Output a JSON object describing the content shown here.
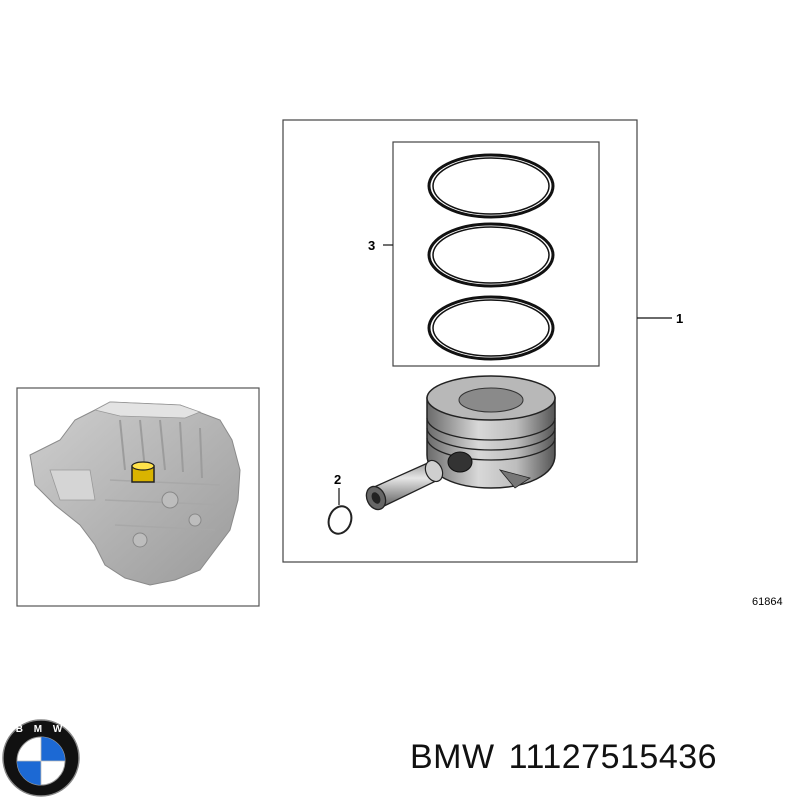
{
  "diagram": {
    "callouts": [
      "1",
      "2",
      "3"
    ],
    "reference_number": "61864"
  },
  "caption": {
    "brand": "BMW",
    "part_number": "11127515436"
  },
  "logo": {
    "letters": "BMW",
    "colors": {
      "blue": "#1c69d4",
      "ring": "#111111",
      "white": "#ffffff"
    }
  },
  "icons": [
    "bmw-logo-icon",
    "engine-icon",
    "piston-icon",
    "piston-pin-icon",
    "circlip-icon",
    "piston-ring-icon"
  ]
}
